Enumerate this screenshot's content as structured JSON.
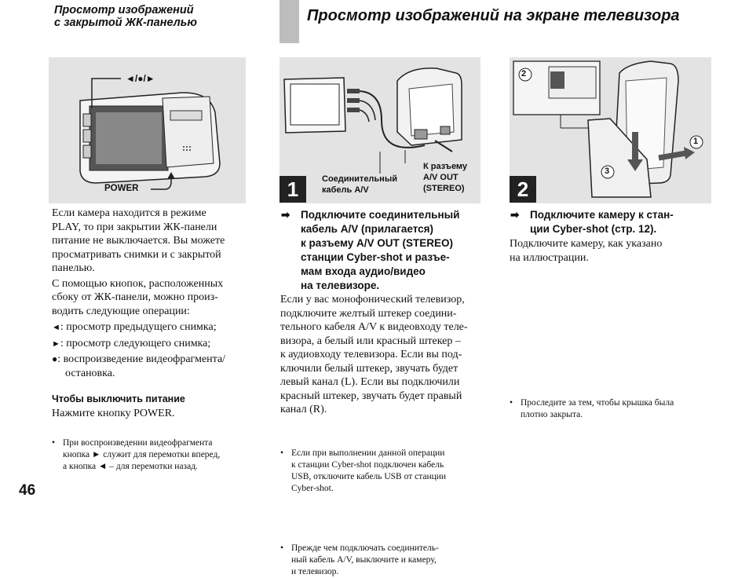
{
  "left_header": {
    "line1": "Просмотр изображений",
    "line2": "с закрытой ЖК-панелью"
  },
  "main_header": "Просмотр изображений на экране телевизора",
  "fig_left": {
    "buttons_label": "◄/●/►",
    "power_label": "POWER"
  },
  "fig_mid": {
    "cable_label_1": "Соединительный",
    "cable_label_2": "кабель A/V",
    "jack_label_1": "К разъему",
    "jack_label_2": "A/V OUT",
    "jack_label_3": "(STEREO)"
  },
  "fig_right": {
    "callout_1": "1",
    "callout_2": "2",
    "callout_3": "3"
  },
  "steps": {
    "s1": "1",
    "s2": "2"
  },
  "left_col": {
    "p1": [
      "Если камера находится в режиме",
      "PLAY, то при закрытии ЖК-панели",
      "питание не выключается. Вы можете",
      "просматривать снимки и с закрытой",
      "панелью."
    ],
    "p2": [
      "С помощью кнопок, расположенных",
      "сбоку от ЖК-панели, можно произ-",
      "водить следующие операции:"
    ],
    "ops": [
      {
        "sym": "◄",
        "text": ": просмотр предыдущего снимка;"
      },
      {
        "sym": "►",
        "text": ": просмотр следующего снимка;"
      },
      {
        "sym": "●",
        "text": ": воспроизведение видеофрагмента/"
      }
    ],
    "ops_cont": "остановка.",
    "sub_head": "Чтобы выключить питание",
    "sub_text": "Нажмите кнопку POWER.",
    "note": [
      "При воспроизведении видеофрагмента",
      "кнопка ► служит для перемотки вперед,",
      "а кнопка ◄ – для перемотки назад."
    ]
  },
  "mid_col": {
    "instr": [
      "Подключите соединительный",
      "кабель A/V (прилагается)",
      "к разъему A/V OUT (STEREO)",
      "станции Cyber-shot и разъе-",
      "мам входа аудио/видео",
      "на телевизоре."
    ],
    "body": [
      "Если у вас монофонический телевизор,",
      "подключите желтый штекер соедини-",
      "тельного кабеля A/V к видеовходу теле-",
      "визора, а белый или красный штекер –",
      "к аудиовходу телевизора. Если вы под-",
      "ключили белый штекер, звучать будет",
      "левый канал (L). Если вы подключили",
      "красный штекер, звучать будет правый",
      "канал (R)."
    ],
    "note1": [
      "Если при выполнении данной операции",
      "к станции Cyber-shot подключен кабель",
      "USB, отключите кабель USB от станции",
      "Cyber-shot."
    ],
    "note2": [
      "Прежде чем подключать соединитель-",
      "ный кабель A/V, выключите и камеру,",
      "и телевизор."
    ]
  },
  "right_col": {
    "instr": [
      "Подключите камеру к стан-",
      "ции Cyber-shot (стр. 12)."
    ],
    "body": [
      "Подключите камеру, как указано",
      "на иллюстрации."
    ],
    "note": [
      "Проследите за тем, чтобы крышка была",
      "плотно закрыта."
    ]
  },
  "page_number": "46"
}
